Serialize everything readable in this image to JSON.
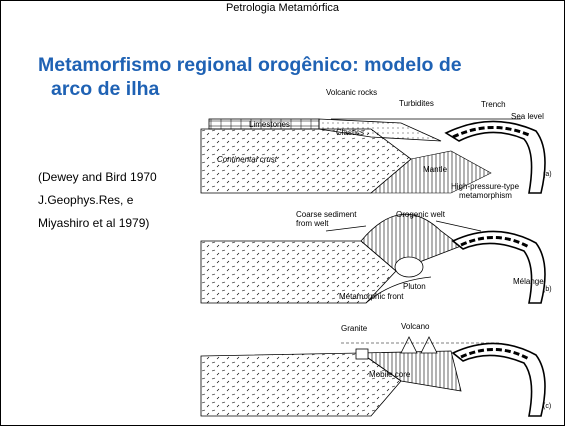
{
  "header": {
    "text": "Petrologia Metamórfica"
  },
  "title": {
    "line1": "Metamorfismo regional orogênico: modelo de",
    "line2": "arco de ilha"
  },
  "citation": {
    "lines": [
      "(Dewey and Bird 1970",
      "J.Geophys.Res, e",
      "Miyashiro et al 1979)"
    ]
  },
  "figure": {
    "panel_a": {
      "labels": {
        "volcanic": "Volcanic rocks",
        "turbidites": "Turbidites",
        "trench": "Trench",
        "sea_level": "Sea level",
        "limestones": "Limestones",
        "clastics": "Clastics",
        "continental": "Continental crust",
        "mantle": "Mantle",
        "hp1": "High-pressure-type",
        "hp2": "metamorphism"
      },
      "letter": "(a)"
    },
    "panel_b": {
      "labels": {
        "coarse1": "Coarse sediment",
        "coarse2": "from welt",
        "welt": "Orogenic welt",
        "pluton": "Pluton",
        "front": "Metamorphic front",
        "melange": "Mélange"
      },
      "letter": "(b)"
    },
    "panel_c": {
      "labels": {
        "granite": "Granite",
        "volcano": "Volcano",
        "mobile": "Mobile core"
      },
      "letter": "(c)"
    }
  }
}
